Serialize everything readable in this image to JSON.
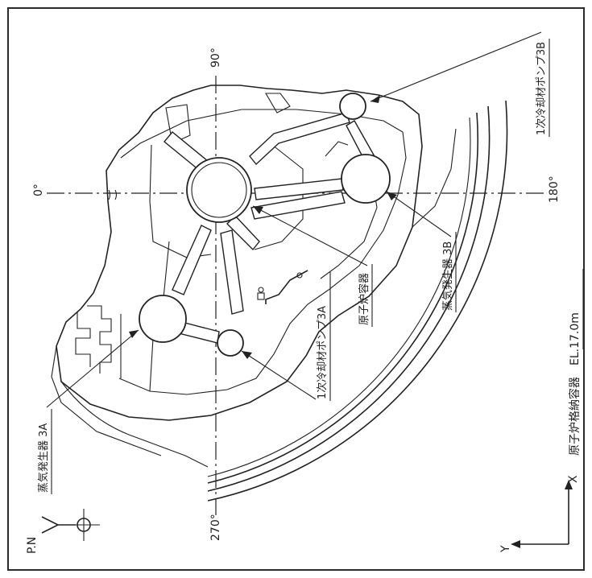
{
  "angles": {
    "a0": "0°",
    "a90": "90°",
    "a180": "180°",
    "a270": "270°"
  },
  "labels": {
    "pump_3b": "1次冷却材ポンプ3B",
    "pump_3a": "1次冷却材ポンプ3A",
    "sg_3b": "蒸気発生器 3B",
    "sg_3a": "蒸気発生器 3A",
    "reactor_vessel": "原子炉容器",
    "containment": "原子炉格納容器　EL.17.0m"
  },
  "north": {
    "label": "P.N"
  },
  "axes": {
    "x_label": "X",
    "y_label": "Y"
  }
}
